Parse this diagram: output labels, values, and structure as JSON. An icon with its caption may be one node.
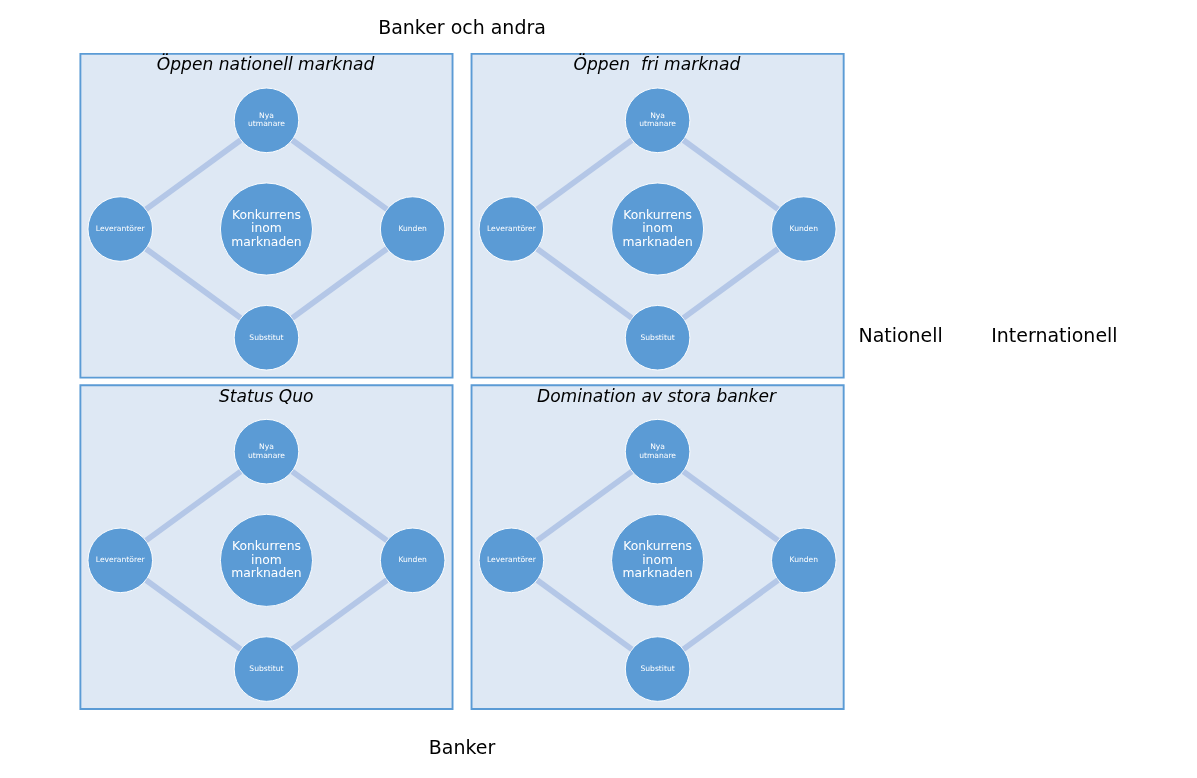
{
  "diagram": {
    "nodes": [
      {
        "text": [
          "Öppen nationell marknad"
        ]
      },
      {
        "text": [
          "Nya utmanare"
        ],
        "in": 0
      },
      {
        "text": [
          "Leverantörer"
        ],
        "in": 0
      },
      {
        "text": [
          "Konkurrens inom marknaden"
        ],
        "in": 0
      },
      {
        "text": [
          "Kunden"
        ],
        "in": 0
      },
      {
        "text": [
          "Substitut"
        ],
        "in": 0
      },
      {
        "text": [
          "Öppen  fri marknad"
        ]
      },
      {
        "text": [
          "Nya utmanare"
        ],
        "in": 6
      },
      {
        "text": [
          "Leverantörer"
        ],
        "in": 6
      },
      {
        "text": [
          "Konkurrens inom marknaden"
        ],
        "in": 6
      },
      {
        "text": [
          "Kunden"
        ],
        "in": 6
      },
      {
        "text": [
          "Substitut"
        ],
        "in": 6
      },
      {
        "text": [
          "Status Quo"
        ]
      },
      {
        "text": [
          "Nya utmanare"
        ],
        "in": 12
      },
      {
        "text": [
          "Leverantörer"
        ],
        "in": 12
      },
      {
        "text": [
          "Konkurrens inom marknaden"
        ],
        "in": 12
      },
      {
        "text": [
          "Kunden"
        ],
        "in": 12
      },
      {
        "text": [
          "Substitut"
        ],
        "in": 12
      },
      {
        "text": [
          "Domination av stora banker"
        ]
      },
      {
        "text": [
          "Nya utmanare"
        ],
        "in": 18
      },
      {
        "text": [
          "Leverantörer"
        ],
        "in": 18
      },
      {
        "text": [
          "Konkurrens inom marknaden"
        ],
        "in": 18
      },
      {
        "text": [
          "Kunden"
        ],
        "in": 18
      },
      {
        "text": [
          "Substitut"
        ],
        "in": 18
      }
    ],
    "edges": [
      {
        "from": 1,
        "to": 4,
        "arrow": "none"
      },
      {
        "from": 4,
        "to": 5,
        "arrow": "none"
      },
      {
        "from": 5,
        "to": 2,
        "arrow": "none"
      },
      {
        "from": 2,
        "to": 1,
        "arrow": "none"
      },
      {
        "from": 7,
        "to": 10,
        "arrow": "none"
      },
      {
        "from": 10,
        "to": 11,
        "arrow": "none"
      },
      {
        "from": 11,
        "to": 8,
        "arrow": "none"
      },
      {
        "from": 8,
        "to": 7,
        "arrow": "none"
      },
      {
        "from": 13,
        "to": 16,
        "arrow": "none"
      },
      {
        "from": 16,
        "to": 17,
        "arrow": "none"
      },
      {
        "from": 17,
        "to": 14,
        "arrow": "none"
      },
      {
        "from": 14,
        "to": 13,
        "arrow": "none"
      },
      {
        "from": 19,
        "to": 22,
        "arrow": "none"
      },
      {
        "from": 22,
        "to": 23,
        "arrow": "none"
      },
      {
        "from": 23,
        "to": 20,
        "arrow": "none"
      },
      {
        "from": 20,
        "to": 19,
        "arrow": "none"
      }
    ],
    "labels": [
      "Banker och andra",
      "Nationell",
      "Internationell",
      "Banker"
    ]
  }
}
